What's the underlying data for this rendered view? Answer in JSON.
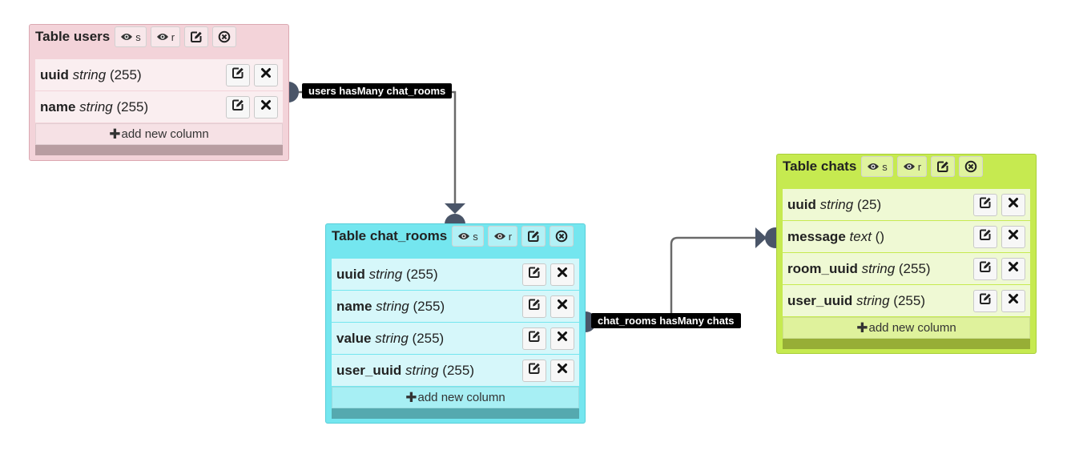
{
  "header_buttons": {
    "show": "s",
    "relations": "r"
  },
  "add_column_label": "add new column",
  "tables": {
    "users": {
      "title": "Table users",
      "colors": {
        "bg": "#f3d3d9",
        "border": "#dba8b1",
        "row": "#faeef0",
        "add": "#f6e1e5",
        "bar": "#b89da1"
      },
      "columns": [
        {
          "name": "uuid",
          "type": "string",
          "size": "(255)"
        },
        {
          "name": "name",
          "type": "string",
          "size": "(255)"
        }
      ]
    },
    "chat_rooms": {
      "title": "Table chat_rooms",
      "colors": {
        "bg": "#74e6ef",
        "border": "#58cfd9",
        "row": "#d6f7fa",
        "add": "#a7eff4",
        "bar": "#55a9af"
      },
      "columns": [
        {
          "name": "uuid",
          "type": "string",
          "size": "(255)"
        },
        {
          "name": "name",
          "type": "string",
          "size": "(255)"
        },
        {
          "name": "value",
          "type": "string",
          "size": "(255)"
        },
        {
          "name": "user_uuid",
          "type": "string",
          "size": "(255)"
        }
      ]
    },
    "chats": {
      "title": "Table chats",
      "colors": {
        "bg": "#c6ea50",
        "border": "#a9cf3a",
        "row": "#eff9d4",
        "add": "#dff29c",
        "bar": "#97ae36"
      },
      "columns": [
        {
          "name": "uuid",
          "type": "string",
          "size": "(25)"
        },
        {
          "name": "message",
          "type": "text",
          "size": "()"
        },
        {
          "name": "room_uuid",
          "type": "string",
          "size": "(255)"
        },
        {
          "name": "user_uuid",
          "type": "string",
          "size": "(255)"
        }
      ]
    }
  },
  "relations": [
    {
      "label": "users hasMany chat_rooms"
    },
    {
      "label": "chat_rooms hasMany chats"
    }
  ],
  "icons": [
    "eye-icon",
    "edit-icon",
    "close-circle-icon",
    "delete-x-icon",
    "plus-icon"
  ]
}
